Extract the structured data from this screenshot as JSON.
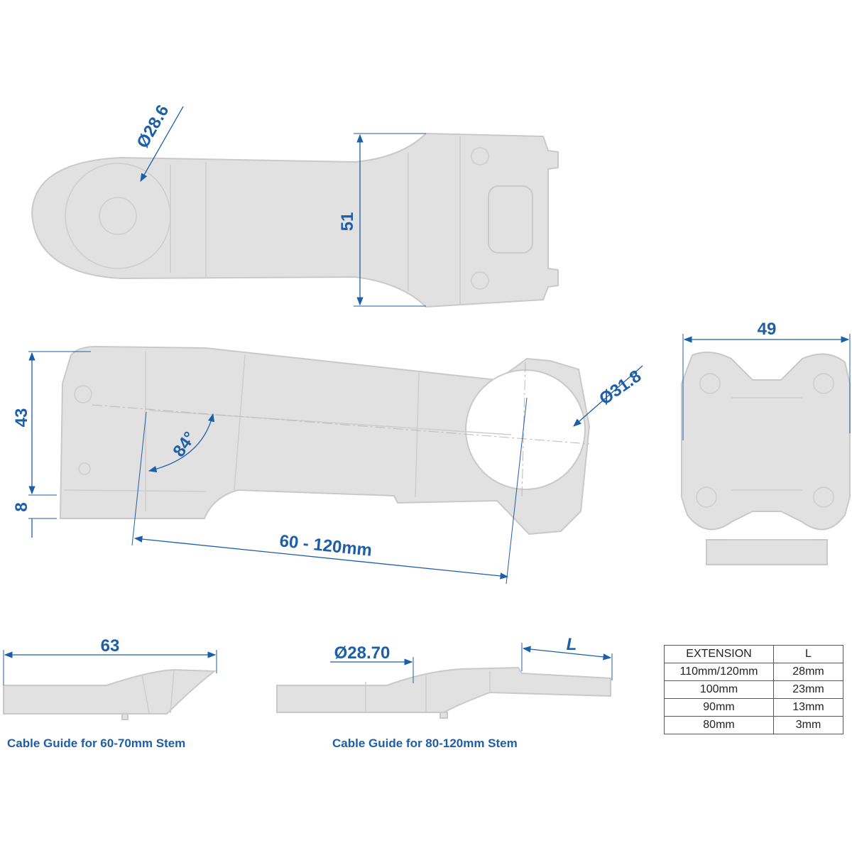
{
  "colors": {
    "dimension": "#1d5ea8",
    "part": "#e1e1e1"
  },
  "top_view": {
    "head_diameter": "Ø28.6",
    "clamp_width": "51"
  },
  "side_view": {
    "stack_height": "43",
    "offset": "8",
    "angle": "84°",
    "length": "60 - 120mm",
    "bar_diameter": "Ø31.8"
  },
  "front_view": {
    "width": "49"
  },
  "guide_short": {
    "length": "63",
    "caption": "Cable Guide for 60-70mm Stem"
  },
  "guide_long": {
    "diameter": "Ø28.70",
    "length_label": "L",
    "caption": "Cable Guide for 80-120mm Stem"
  },
  "table": {
    "headers": [
      "EXTENSION",
      "L"
    ],
    "rows": [
      [
        "110mm/120mm",
        "28mm"
      ],
      [
        "100mm",
        "23mm"
      ],
      [
        "90mm",
        "13mm"
      ],
      [
        "80mm",
        "3mm"
      ]
    ]
  }
}
